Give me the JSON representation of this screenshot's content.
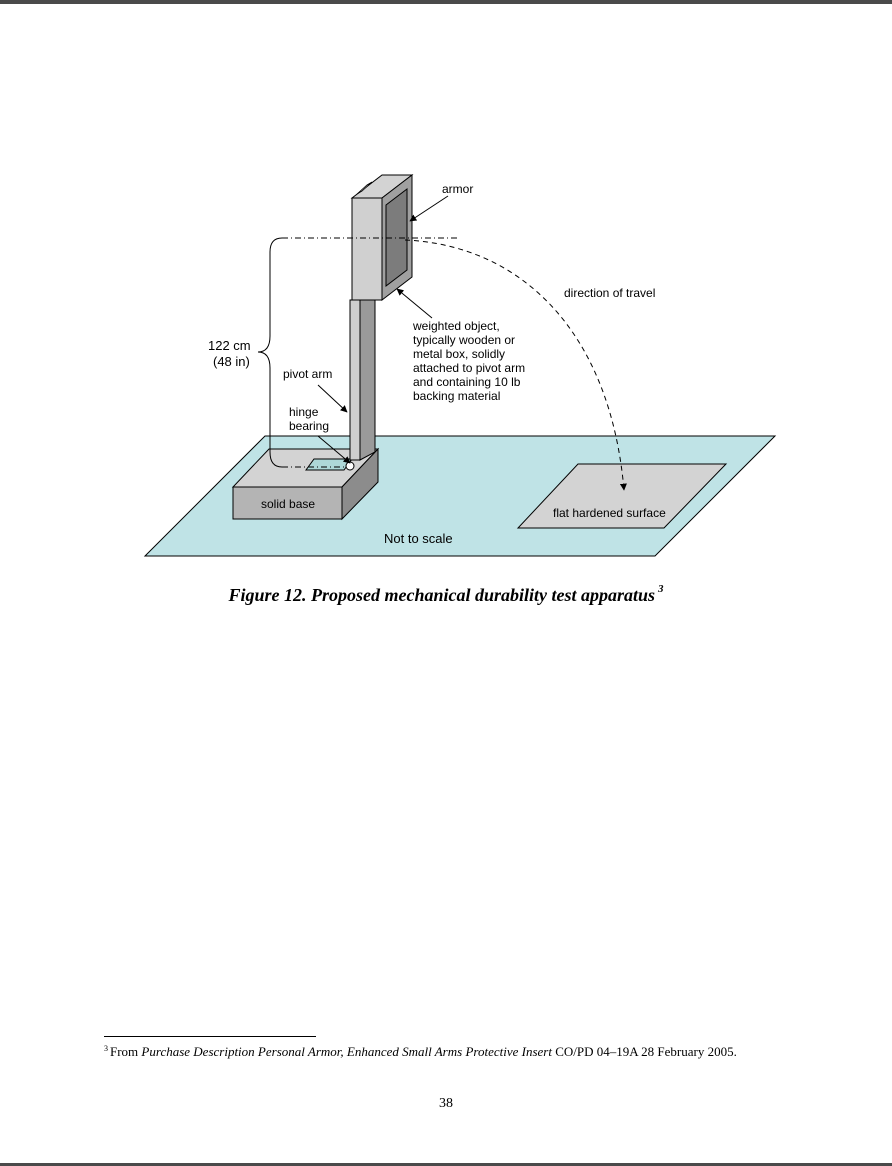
{
  "figure": {
    "labels": {
      "armor": "armor",
      "direction": "direction of travel",
      "weighted": [
        "weighted object,",
        "typically wooden or",
        "metal box, solidly",
        "attached to pivot arm",
        "and containing 10 lb",
        "backing material"
      ],
      "height_cm": "122 cm",
      "height_in": "(48 in)",
      "pivot_arm": "pivot arm",
      "hinge": [
        "hinge",
        "bearing"
      ],
      "solid_base": "solid base",
      "flat_surface": "flat hardened surface",
      "not_to_scale": "Not to scale"
    },
    "colors": {
      "floor": "#bfe3e6",
      "gray_light": "#d3d3d3",
      "gray_mid": "#b4b4b4",
      "gray_dark": "#8c8c8c",
      "hinge_plate": "#aed8d8"
    }
  },
  "caption": {
    "text": "Figure 12. Proposed mechanical durability test apparatus",
    "ref": "3"
  },
  "footnote": {
    "ref": "3",
    "prefix": "From ",
    "title": "Purchase Description Personal Armor, Enhanced Small Arms Protective Insert",
    "suffix": " CO/PD 04–19A 28 February 2005."
  },
  "page_number": "38"
}
